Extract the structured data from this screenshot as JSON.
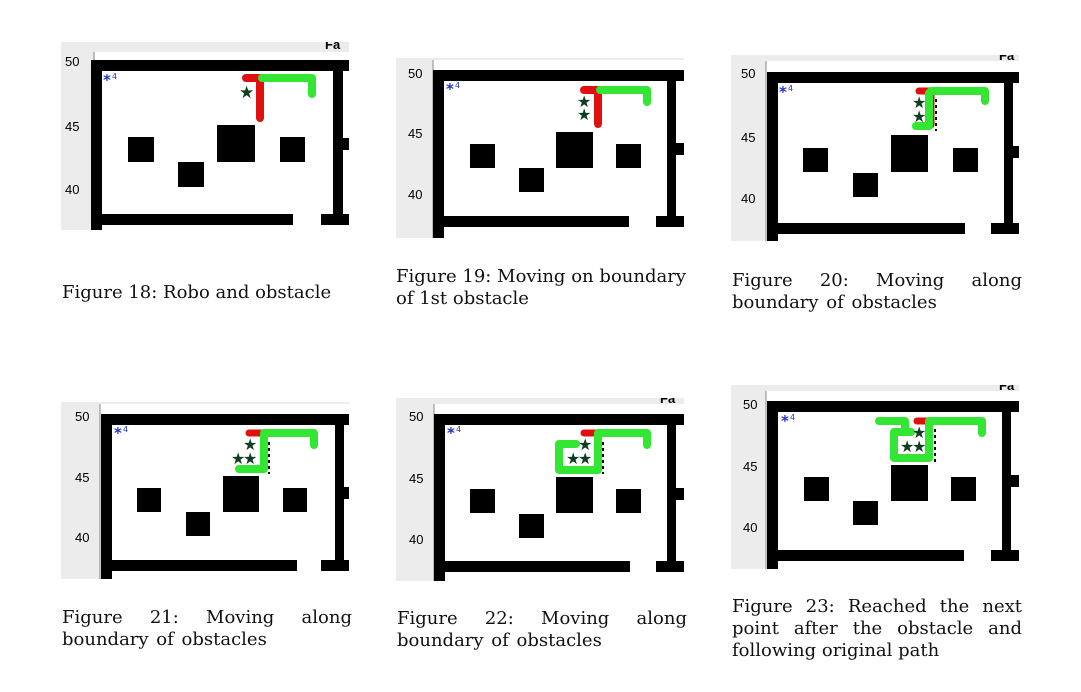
{
  "figures": [
    {
      "caption": "Figure 18: Robo and obstacle",
      "y_ticks": [
        "50",
        "45",
        "40"
      ],
      "title_fragment": "Fa",
      "start_marker": "*",
      "start_label": "4"
    },
    {
      "caption": "Figure 19: Moving on boundary of 1st obstacle",
      "y_ticks": [
        "50",
        "45",
        "40"
      ],
      "title_fragment": "",
      "start_marker": "*",
      "start_label": "4"
    },
    {
      "caption": "Figure 20: Moving along boundary of obstacles",
      "y_ticks": [
        "50",
        "45",
        "40"
      ],
      "title_fragment": "Fa",
      "start_marker": "*",
      "start_label": "4"
    },
    {
      "caption": "Figure 21: Moving along boundary of obstacles",
      "y_ticks": [
        "50",
        "45",
        "40"
      ],
      "title_fragment": "",
      "start_marker": "*",
      "start_label": "4"
    },
    {
      "caption": "Figure 22: Moving along boundary of obstacles",
      "y_ticks": [
        "50",
        "45",
        "40"
      ],
      "title_fragment": "Fa",
      "start_marker": "*",
      "start_label": "4"
    },
    {
      "caption": "Figure 23: Reached the next point after the obstacle and following original path",
      "y_ticks": [
        "50",
        "45",
        "40"
      ],
      "title_fragment": "Fa",
      "start_marker": "*",
      "start_label": "4"
    }
  ],
  "colors": {
    "wall": "#000000",
    "path": "#33e633",
    "robot_trail": "#e01010",
    "star": "#0f3d1f",
    "start": "#2233cc",
    "plot_bg": "#ececec"
  }
}
